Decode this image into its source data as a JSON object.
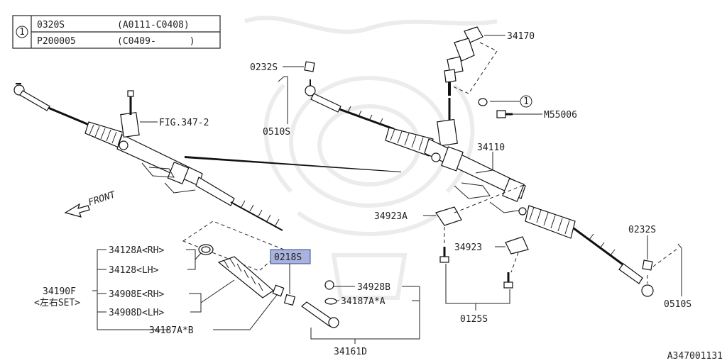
{
  "legend": {
    "marker": "1",
    "rows": [
      {
        "part": "0320S",
        "range": "(A0111-C0408)"
      },
      {
        "part": "P200005",
        "range": "(C0409-      )"
      }
    ]
  },
  "labels": {
    "fig_ref": "FIG.347-2",
    "front": "FRONT",
    "p34170": "34170",
    "p34110": "34110",
    "p0232S_top": "0232S",
    "p0510S_top": "0510S",
    "p0232S_right": "0232S",
    "p0510S_right": "0510S",
    "m55006": "M55006",
    "circle_1": "1",
    "p34923A": "34923A",
    "p34923": "34923",
    "p0125S": "0125S",
    "p0218S": "0218S",
    "p34128A": "34128A<RH>",
    "p34128": "34128<LH>",
    "p34190F": "34190F",
    "p34190F_sub": "<左右SET>",
    "p34908E": "34908E<RH>",
    "p34908D": "34908D<LH>",
    "p34187AB": "34187A*B",
    "p34928B": "34928B",
    "p34187AA": "34187A*A",
    "p34161D": "34161D",
    "diagram_id": "A347001131"
  },
  "colors": {
    "line": "#222222",
    "highlight_fill": "#a9b3dd",
    "highlight_stroke": "#3b4a9a",
    "watermark": "#ececec"
  }
}
